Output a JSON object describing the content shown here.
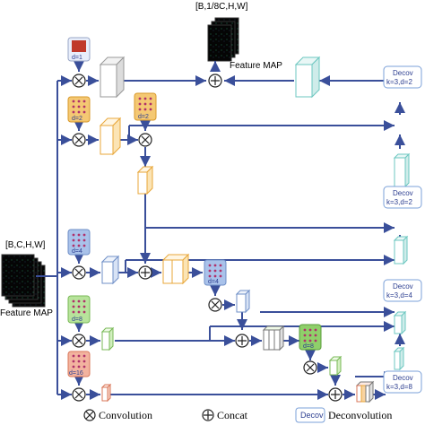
{
  "input": {
    "dims_label": "[B,C,H,W]",
    "caption": "Feature MAP"
  },
  "output": {
    "dims_label": "[B,1/8C,H,W]",
    "caption": "Feature MAP"
  },
  "dilations": [
    {
      "label": "d=1",
      "color": "#c0392b"
    },
    {
      "label": "d=2",
      "color": "#e8a73a"
    },
    {
      "label": "d=2",
      "color": "#e8a73a"
    },
    {
      "label": "d=4",
      "color": "#7ba0d8"
    },
    {
      "label": "d=4",
      "color": "#7ba0d8"
    },
    {
      "label": "d=8",
      "color": "#8fcf6a"
    },
    {
      "label": "d=8",
      "color": "#8fcf6a"
    },
    {
      "label": "d=16",
      "color": "#e8957a"
    }
  ],
  "deconvs": [
    {
      "title": "Decov",
      "params": "k=3,d=2"
    },
    {
      "title": "Decov",
      "params": "k=3,d=2"
    },
    {
      "title": "Decov",
      "params": "k=3,d=4"
    },
    {
      "title": "Decov",
      "params": "k=3,d=8"
    }
  ],
  "legend": {
    "convolution": "Convolution",
    "concat": "Concat",
    "deconv_box": "Decov",
    "deconvolution": "Deconvolution"
  },
  "colors": {
    "arrow": "#3a4f9a",
    "teal": "#6cc7c0",
    "green": "#8fcf6a",
    "orange": "#e8a73a",
    "blue": "#7ba0d8",
    "salmon": "#e8957a",
    "deconv_border": "#7ba0d8"
  }
}
